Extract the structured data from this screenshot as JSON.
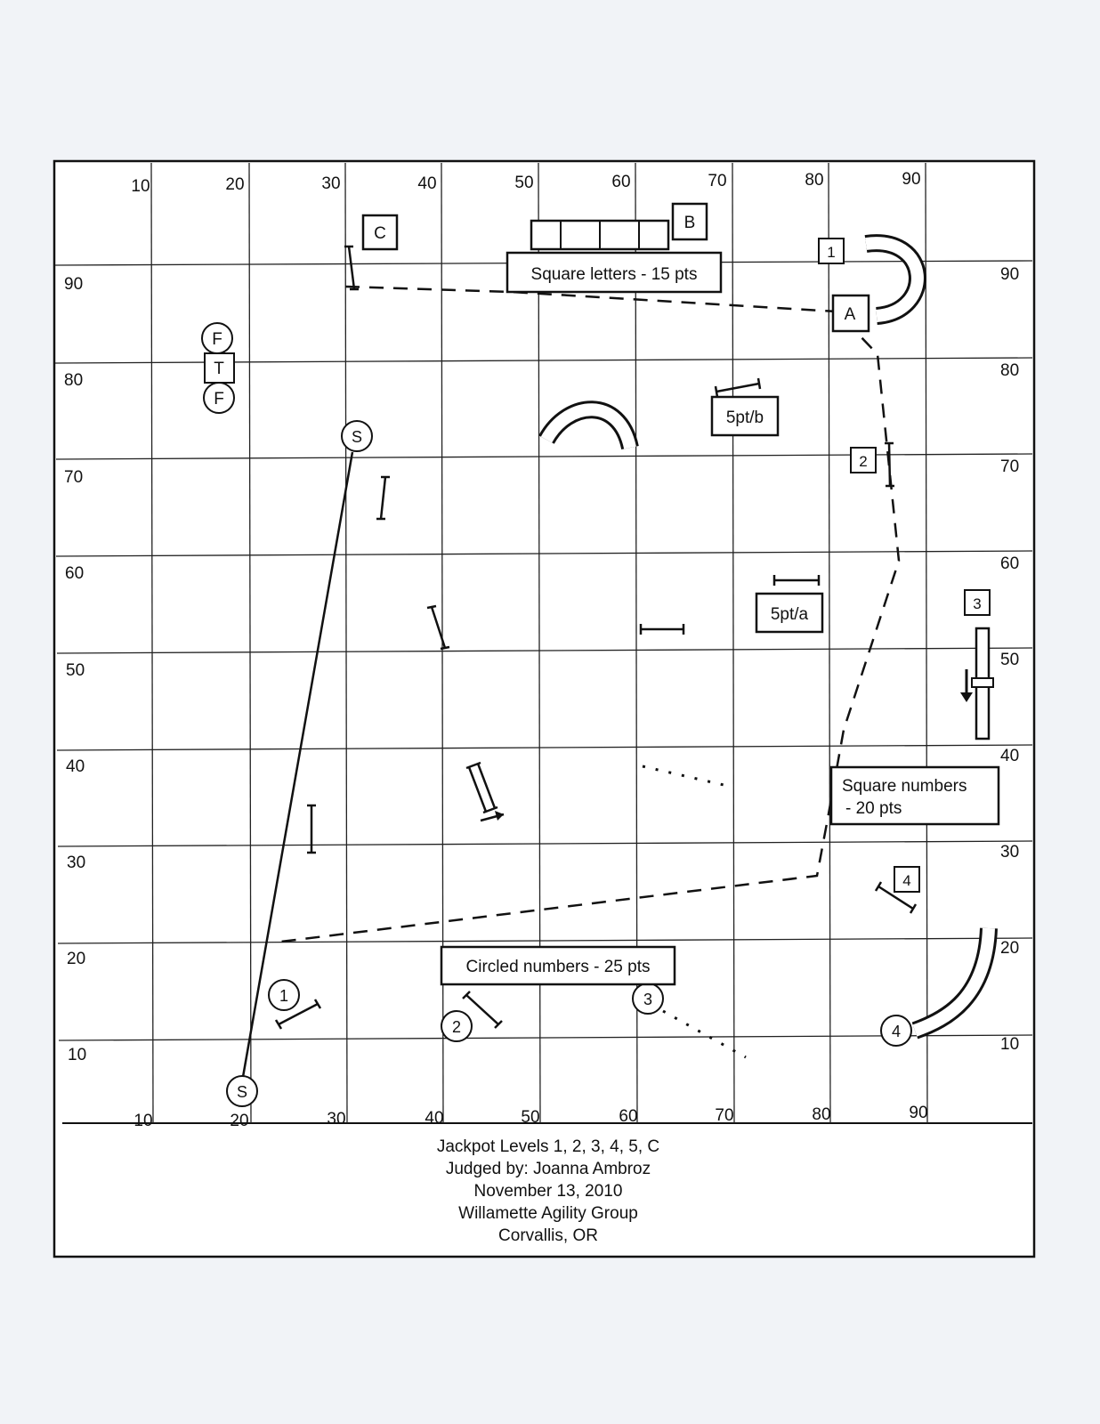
{
  "axis_top": [
    "10",
    "20",
    "30",
    "40",
    "50",
    "60",
    "70",
    "80",
    "90"
  ],
  "axis_bottom": [
    "10",
    "20",
    "30",
    "40",
    "50",
    "60",
    "70",
    "80",
    "90"
  ],
  "axis_left": [
    "90",
    "80",
    "70",
    "60",
    "50",
    "40",
    "30",
    "20",
    "10"
  ],
  "axis_right": [
    "90",
    "80",
    "70",
    "60",
    "50",
    "40",
    "30",
    "20",
    "10"
  ],
  "legends": {
    "square_letters": "Square letters - 15 pts",
    "square_numbers_line1": "Square numbers",
    "square_numbers_line2": "- 20 pts",
    "circled_numbers": "Circled numbers - 25 pts",
    "bonus_a": "5pt/a",
    "bonus_b": "5pt/b"
  },
  "markers": {
    "start_top": "S",
    "start_bottom": "S",
    "square_letter_a": "A",
    "square_letter_b": "B",
    "square_letter_c": "C",
    "square_number_1": "1",
    "square_number_2": "2",
    "square_number_3": "3",
    "square_number_4": "4",
    "circled_1": "1",
    "circled_2": "2",
    "circled_3": "3",
    "circled_4": "4",
    "ft_top": "F",
    "ft_middle": "T",
    "ft_bottom": "F"
  },
  "footer": {
    "line1": "Jackpot Levels 1, 2, 3, 4, 5, C",
    "line2": "Judged by:  Joanna Ambroz",
    "line3": "November 13, 2010",
    "line4": "Willamette Agility Group",
    "line5": "Corvallis, OR"
  }
}
